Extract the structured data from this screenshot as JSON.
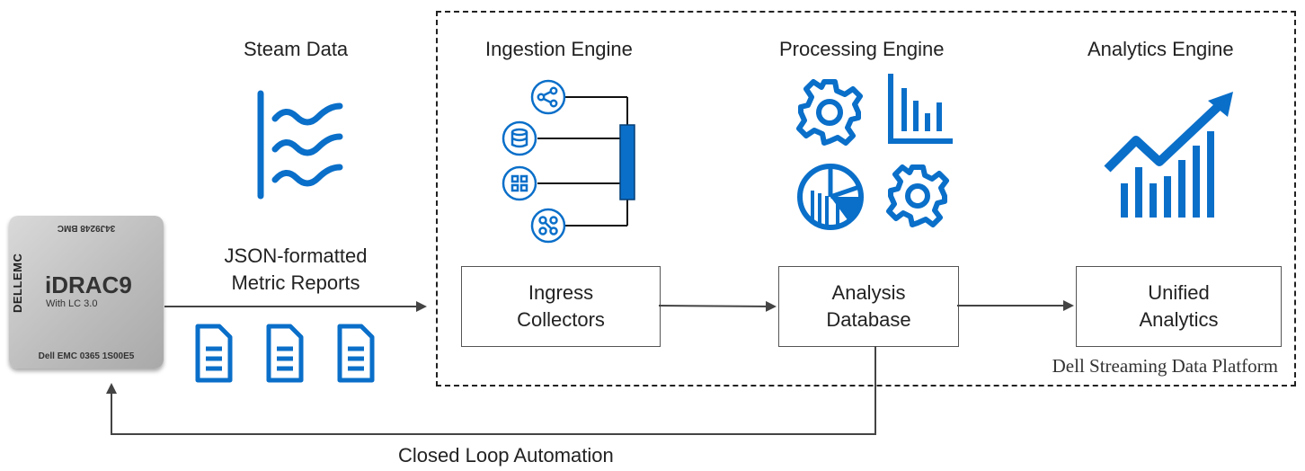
{
  "colors": {
    "accent": "#0a6fc9",
    "line": "#444444",
    "box_border": "#555555"
  },
  "chip": {
    "part_label": "34J9248 BMC",
    "vendor": "DELLEMC",
    "title": "iDRAC9",
    "subtitle": "With LC 3.0",
    "serial": "Dell EMC 0365 1S00E5"
  },
  "headings": {
    "stream": "Steam Data",
    "ingestion": "Ingestion Engine",
    "processing": "Processing Engine",
    "analytics": "Analytics Engine"
  },
  "metric_reports": {
    "line1": "JSON-formatted",
    "line2": "Metric Reports"
  },
  "boxes": {
    "ingress": {
      "line1": "Ingress",
      "line2": "Collectors"
    },
    "analysis": {
      "line1": "Analysis",
      "line2": "Database"
    },
    "unified": {
      "line1": "Unified",
      "line2": "Analytics"
    }
  },
  "platform_label": "Dell Streaming Data Platform",
  "loop_label": "Closed Loop Automation",
  "icons": [
    "stream-waves-icon",
    "document-icon",
    "share-icon",
    "database-icon",
    "qr-code-icon",
    "network-icon",
    "gear-icon",
    "bar-chart-icon",
    "pie-chart-icon",
    "trend-up-chart-icon"
  ]
}
